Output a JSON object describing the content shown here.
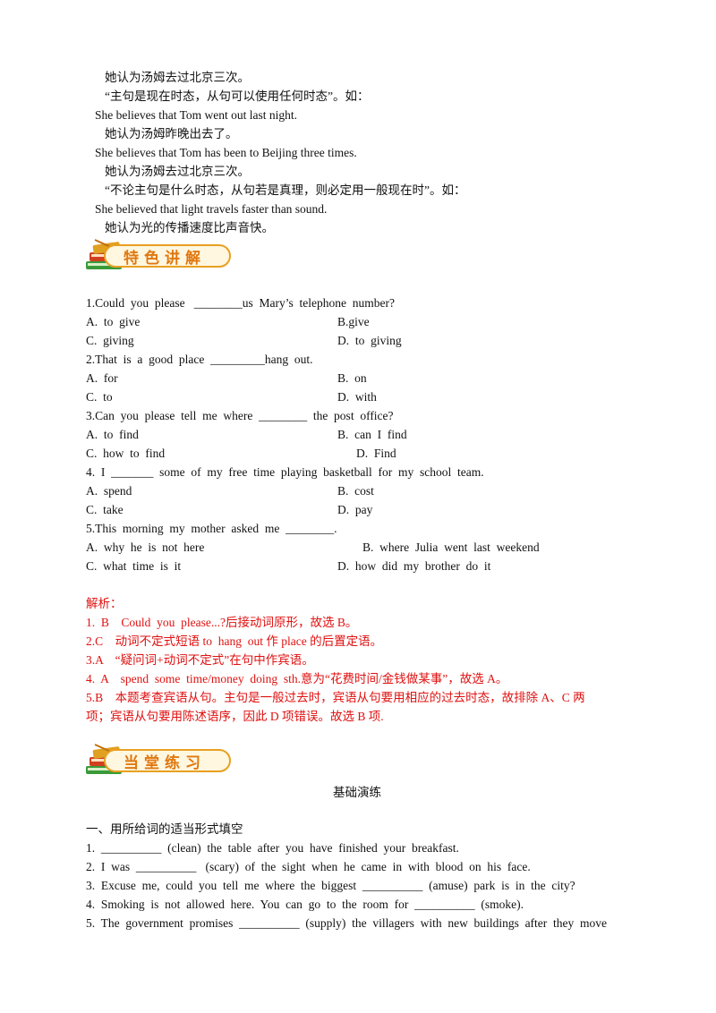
{
  "intro": {
    "l1": "她认为汤姆去过北京三次。",
    "l2": "“主句是现在时态，从句可以使用任何时态”。如：",
    "l3": "She believes that Tom went out last night.",
    "l4": "她认为汤姆昨晚出去了。",
    "l5": "She believes that Tom has been to Beijing three times.",
    "l6": "她认为汤姆去过北京三次。",
    "l7": "“不论主句是什么时态，从句若是真理，则必定用一般现在时”。如：",
    "l8": "She believed that light travels faster than sound.",
    "l9": "她认为光的传播速度比声音快。"
  },
  "banner1": {
    "label": "特色讲解",
    "icon": "books-icon"
  },
  "questions": {
    "q1": "1.Could  you  please   ________us  Mary’s  telephone  number?",
    "q1a": "A.  to  give",
    "q1b": "B.give",
    "q1c": "C.  giving",
    "q1d": "D.  to  giving",
    "q2": "2.That  is  a  good  place  _________hang  out.",
    "q2a": "A.  for",
    "q2b": "B.  on",
    "q2c": "C.  to",
    "q2d": "D.  with",
    "q3": "3.Can  you  please  tell  me  where  ________  the  post  office?",
    "q3a": "A.  to  find",
    "q3b": "B.  can  I  find",
    "q3c": "C.  how  to  find",
    "q3d": "D.  Find",
    "q4": "4.  I  _______  some  of  my  free  time  playing  basketball  for  my  school  team.",
    "q4a": "A.  spend",
    "q4b": "B.  cost",
    "q4c": "C.  take",
    "q4d": "D.  pay",
    "q5": "5.This  morning  my  mother  asked  me  ________.",
    "q5a": "A.  why  he  is  not  here",
    "q5b": "B.  where  Julia  went  last  weekend",
    "q5c": "C.  what  time  is  it",
    "q5d": "D.  how  did  my  brother  do  it"
  },
  "analysis": {
    "title": "解析：",
    "a1": "1.  B    Could  you  please...?后接动词原形，故选 B。",
    "a2": "2.C    动词不定式短语 to  hang  out 作 place 的后置定语。",
    "a3": "3.A    “疑问词+动词不定式”在句中作宾语。",
    "a4": "4.  A    spend  some  time/money  doing  sth.意为“花费时间/金钱做某事”，故选 A。",
    "a5a": "5.B    本题考查宾语从句。主句是一般过去时，宾语从句要用相应的过去时态，故排除 A、C 两",
    "a5b": "项；宾语从句要用陈述语序，因此 D 项错误。故选 B 项."
  },
  "banner2": {
    "label": "当堂练习",
    "icon": "books-icon"
  },
  "practice": {
    "subtitle": "基础演练",
    "heading": "一、用所给词的适当形式填空",
    "p1": "1.  __________  (clean)  the  table  after  you  have  finished  your  breakfast.",
    "p2": "2.  I  was  __________   (scary)  of  the  sight  when  he  came  in  with  blood  on  his  face.",
    "p3": "3.  Excuse  me,  could  you  tell  me  where  the  biggest  __________  (amuse)  park  is  in  the  city?",
    "p4": "4.  Smoking  is  not  allowed  here.  You  can  go  to  the  room  for  __________  (smoke).",
    "p5": "5.  The  government  promises  __________  (supply)  the  villagers  with  new  buildings  after  they  move"
  },
  "colors": {
    "answer": "#e01010",
    "banner_border": "#e8a020",
    "banner_text": "#e07810"
  }
}
